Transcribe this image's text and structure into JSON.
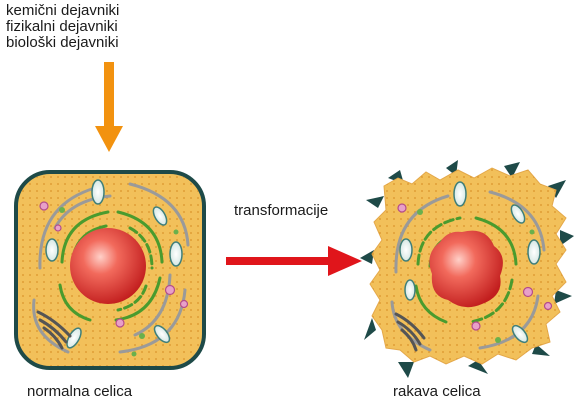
{
  "factors": [
    "kemični dejavniki",
    "fizikalni dejavniki",
    "biološki dejavniki"
  ],
  "arrow_label": "transformacije",
  "normal_cell_label": "normalna celica",
  "cancer_cell_label": "rakava celica",
  "colors": {
    "cytoplasm": "#f2c05a",
    "membrane": "#1e4a48",
    "nucleus": "#e33a36",
    "er_green": "#4a9b2e",
    "down_arrow": "#f2920f",
    "transform_arrow": "#e0151b"
  }
}
